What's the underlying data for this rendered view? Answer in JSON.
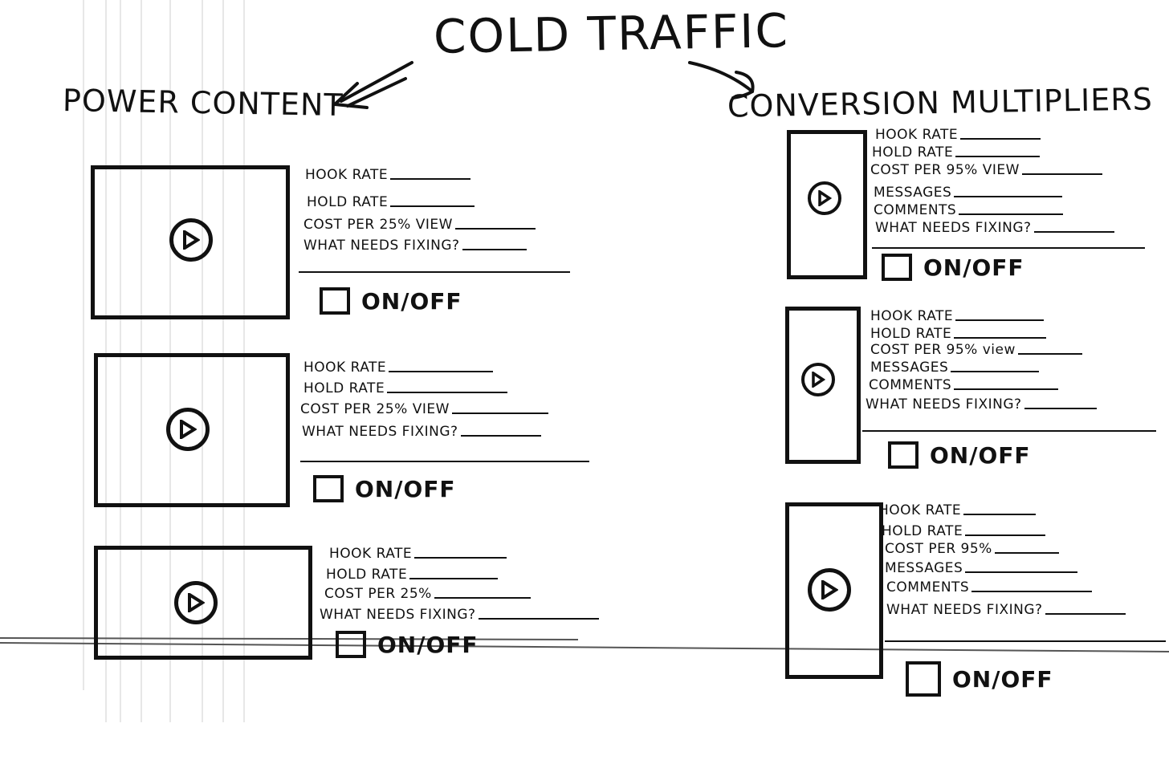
{
  "title": "COLD TRAFFIC",
  "left_section": {
    "title": "POWER CONTENT",
    "cards": [
      {
        "metrics": [
          "HOOK RATE",
          "HOLD RATE",
          "COST PER 25% VIEW",
          "WHAT NEEDS FIXING?"
        ],
        "toggle_label": "ON/OFF"
      },
      {
        "metrics": [
          "HOOK RATE",
          "HOLD RATE",
          "COST PER 25% VIEW",
          "WHAT NEEDS FIXING?"
        ],
        "toggle_label": "ON/OFF"
      },
      {
        "metrics": [
          "HOOK RATE",
          "HOLD RATE",
          "COST PER 25%",
          "WHAT NEEDS FIXING?"
        ],
        "toggle_label": "ON/OFF"
      }
    ]
  },
  "right_section": {
    "title": "CONVERSION MULTIPLIERS",
    "cards": [
      {
        "metrics": [
          "HOOK RATE",
          "HOLD RATE",
          "COST PER 95% VIEW",
          "MESSAGES",
          "COMMENTS",
          "WHAT NEEDS FIXING?"
        ],
        "toggle_label": "ON/OFF"
      },
      {
        "metrics": [
          "HOOK RATE",
          "HOLD RATE",
          "COST PER 95% view",
          "MESSAGES",
          "COMMENTS",
          "WHAT NEEDS FIXING?"
        ],
        "toggle_label": "ON/OFF"
      },
      {
        "metrics": [
          "HOOK RATE",
          "HOLD RATE",
          "COST PER 95%",
          "MESSAGES",
          "COMMENTS",
          "WHAT NEEDS FIXING?"
        ],
        "toggle_label": "ON/OFF"
      }
    ]
  },
  "icons": {
    "video": "play-icon",
    "arrow": "arrow-icon",
    "toggle": "checkbox-icon"
  },
  "colors": {
    "ink": "#111111",
    "paper": "#ffffff"
  }
}
